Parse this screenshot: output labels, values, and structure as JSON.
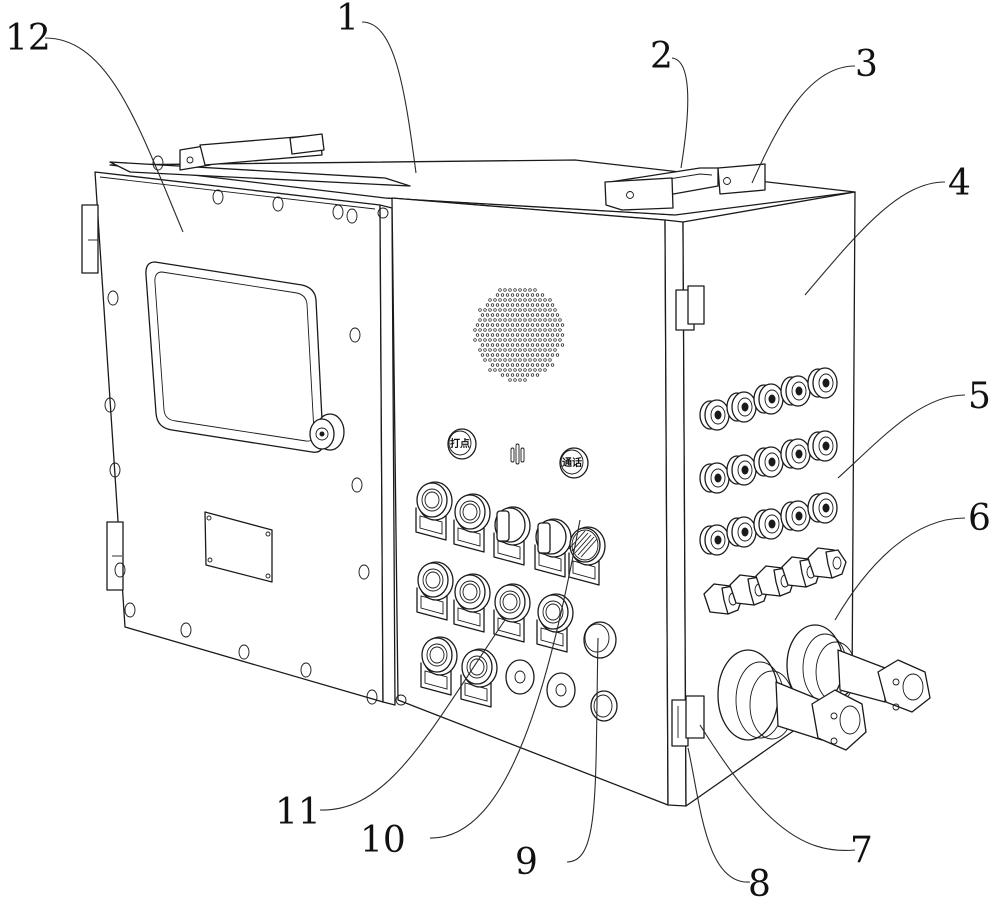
{
  "figure": {
    "type": "patent-isometric-drawing",
    "subject": "explosion-proof control box",
    "callouts": [
      {
        "id": "1",
        "label": "1"
      },
      {
        "id": "2",
        "label": "2"
      },
      {
        "id": "3",
        "label": "3"
      },
      {
        "id": "4",
        "label": "4"
      },
      {
        "id": "5",
        "label": "5"
      },
      {
        "id": "6",
        "label": "6"
      },
      {
        "id": "7",
        "label": "7"
      },
      {
        "id": "8",
        "label": "8"
      },
      {
        "id": "9",
        "label": "9"
      },
      {
        "id": "10",
        "label": "10"
      },
      {
        "id": "11",
        "label": "11"
      },
      {
        "id": "12",
        "label": "12"
      }
    ],
    "panel_buttons": {
      "left_label": "打点",
      "right_label": "通话"
    },
    "counts": {
      "cable_glands_round": 15,
      "cable_glands_hex": 5,
      "large_cable_entries": 2,
      "pushbutton_rows": 3
    }
  }
}
